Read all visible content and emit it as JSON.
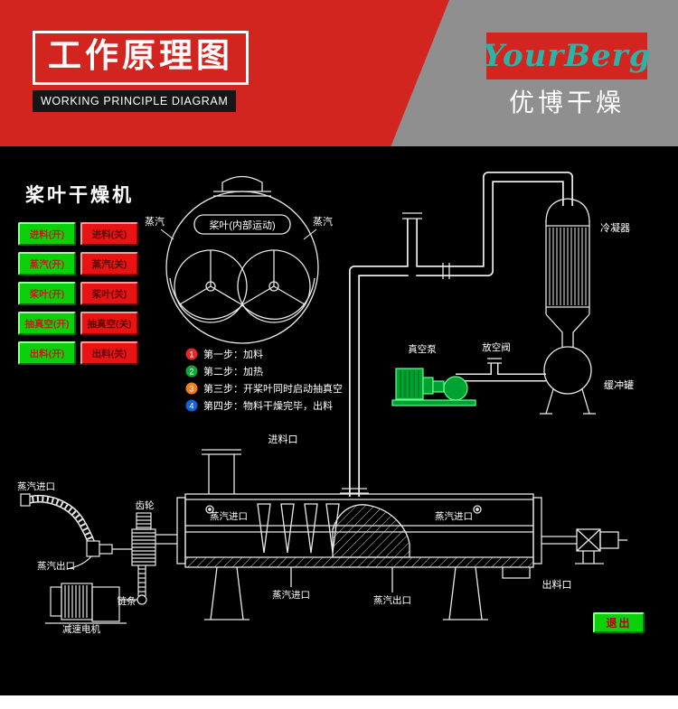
{
  "header": {
    "title_cn": "工作原理图",
    "title_en": "WORKING PRINCIPLE DIAGRAM",
    "logo_en": "YourBerg",
    "logo_cn": "优博干燥",
    "colors": {
      "banner_red": "#d2251f",
      "banner_gray": "#8f8f8f",
      "logo_teal": "#2cb3a7"
    }
  },
  "panel": {
    "machine_title": "桨叶干燥机",
    "buttons": [
      {
        "on": "进料(开)",
        "off": "进料(关)"
      },
      {
        "on": "蒸汽(开)",
        "off": "蒸汽(关)"
      },
      {
        "on": "桨叶(开)",
        "off": "桨叶(关)"
      },
      {
        "on": "抽真空(开)",
        "off": "抽真空(关)"
      },
      {
        "on": "出料(开)",
        "off": "出料(关)"
      }
    ],
    "exit_label": "退出"
  },
  "diagram": {
    "vessel_label": "桨叶(内部运动)",
    "steam_label_left": "蒸汽",
    "steam_label_right": "蒸汽",
    "steps": [
      {
        "num": "1",
        "text": "第一步：加料",
        "color": "#e02b2b"
      },
      {
        "num": "2",
        "text": "第二步：加热",
        "color": "#13a538"
      },
      {
        "num": "3",
        "text": "第三步：开桨叶同时启动抽真空",
        "color": "#f07c1e"
      },
      {
        "num": "4",
        "text": "第四步：物料干燥完毕，出料",
        "color": "#1760d6"
      }
    ],
    "labels": {
      "condenser": "冷凝器",
      "buffer_tank": "缓冲罐",
      "vacuum_pump": "真空泵",
      "vent_valve": "放空阀",
      "feed_inlet": "进料口",
      "steam_inlet_body_left": "蒸汽进口",
      "steam_inlet_body_right": "蒸汽进口",
      "steam_inlet_hose": "蒸汽进口",
      "steam_outlet_hose": "蒸汽出口",
      "steam_inlet_bottom": "蒸汽进口",
      "steam_outlet_bottom": "蒸汽出口",
      "discharge_outlet": "出料口",
      "gear": "齿轮",
      "chain": "链条",
      "motor": "减速电机"
    }
  }
}
